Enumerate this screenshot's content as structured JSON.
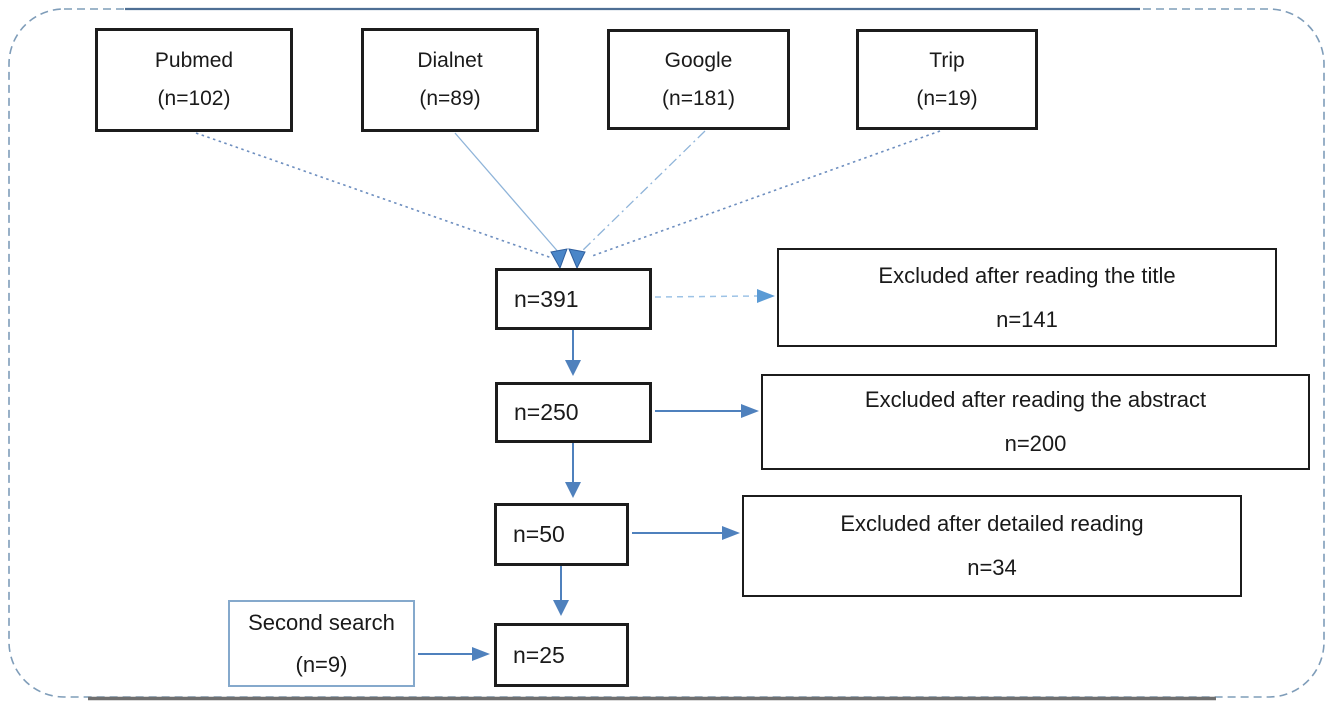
{
  "sources": [
    {
      "name": "Pubmed",
      "count": "(n=102)"
    },
    {
      "name": "Dialnet",
      "count": "(n=89)"
    },
    {
      "name": "Google",
      "count": "(n=181)"
    },
    {
      "name": "Trip",
      "count": "(n=19)"
    }
  ],
  "screening": [
    {
      "label": "n=391"
    },
    {
      "label": "n=250"
    },
    {
      "label": "n=50"
    },
    {
      "label": "n=25"
    }
  ],
  "exclusions": [
    {
      "reason": "Excluded after reading the title",
      "count": "n=141"
    },
    {
      "reason": "Excluded after reading the abstract",
      "count": "n=200"
    },
    {
      "reason": "Excluded after detailed reading",
      "count": "n=34"
    }
  ],
  "second_search": {
    "label": "Second search",
    "count": "(n=9)"
  },
  "colors": {
    "arrow_blue": "#4f81bd",
    "light_arrow_blue": "#9dc3e6",
    "dotted_line": "#6d8ebf",
    "box_border": "#1c1c1c",
    "outer_border": "#7f9db9",
    "second_box_border": "#85a9cc"
  }
}
